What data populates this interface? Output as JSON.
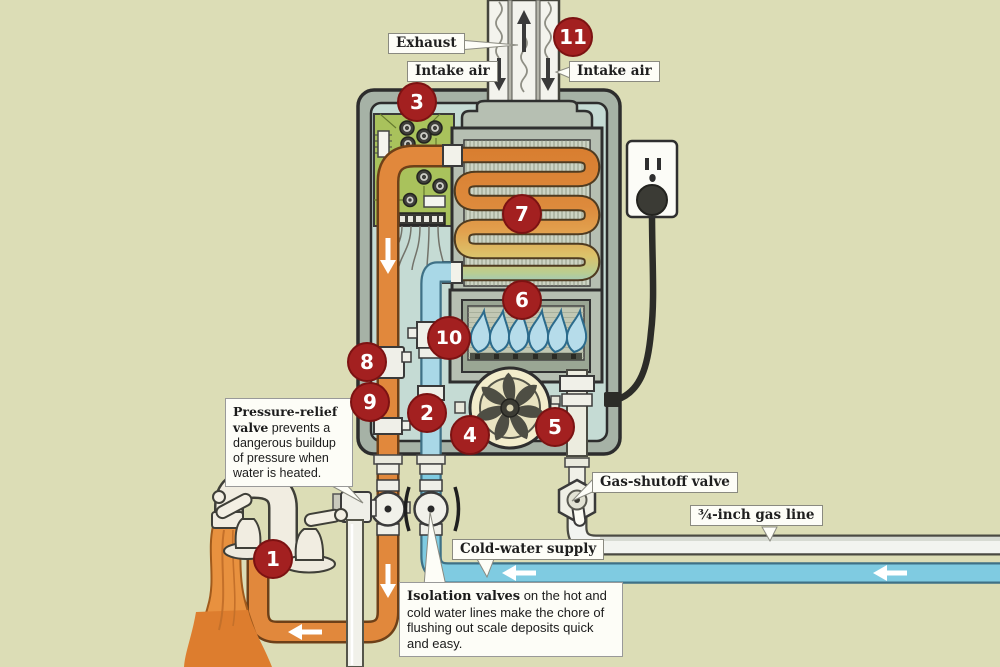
{
  "diagram": {
    "labels": {
      "exhaust": "Exhaust",
      "intake_air_left": "Intake air",
      "intake_air_right": "Intake air",
      "gas_shutoff_valve": "Gas-shutoff valve",
      "gas_line": "¾-inch gas line",
      "cold_water_supply": "Cold-water supply"
    },
    "callouts": {
      "pressure_relief": {
        "bold": "Pressure-relief valve",
        "rest": " prevents a dangerous buildup of pressure when water is heated."
      },
      "isolation_valves": {
        "bold": "Isolation valves",
        "rest": " on the hot and cold water lines make the chore of flushing out scale deposits quick and easy."
      }
    },
    "badges": [
      "1",
      "2",
      "3",
      "4",
      "5",
      "6",
      "7",
      "8",
      "9",
      "10",
      "11"
    ],
    "colors": {
      "background": "#dcddb6",
      "badge_red": "#a32020",
      "hot_water_orange": "#e1883c",
      "cold_water_blue": "#a9d8e7",
      "supply_blue": "#7fcbe1",
      "circuit_board_green": "#a9c25c",
      "casing_gray_green": "#a6b2a6",
      "panel_teal": "#c5dbd4",
      "flame_blue": "#b6dcea"
    }
  }
}
